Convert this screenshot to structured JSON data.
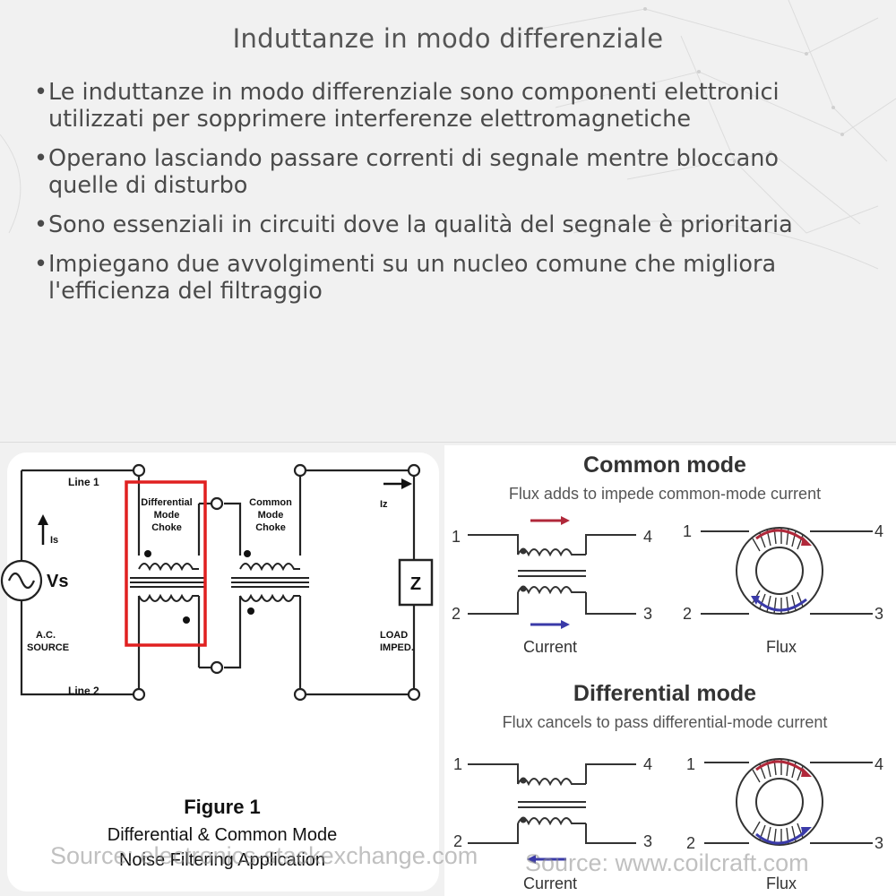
{
  "title": "Induttanze in modo differenziale",
  "bullets": [
    "Le induttanze in modo differenziale sono componenti elettronici utilizzati per sopprimere interferenze elettromagnetiche",
    "Operano lasciando passare correnti di segnale mentre bloccano quelle di disturbo",
    "Sono essenziali in circuiti dove la qualità del segnale è prioritaria",
    "Impiegano due avvolgimenti su un nucleo comune che migliora l'efficienza del filtraggio"
  ],
  "bullet_glyph": "•",
  "figure_left": {
    "line1": "Line 1",
    "line2": "Line 2",
    "is": "Is",
    "vs": "Vs",
    "source_l1": "A.C.",
    "source_l2": "SOURCE",
    "dm_l1": "Differential",
    "dm_l2": "Mode",
    "dm_l3": "Choke",
    "cm_l1": "Common",
    "cm_l2": "Mode",
    "cm_l3": "Choke",
    "iz": "Iz",
    "z": "Z",
    "load_l1": "LOAD",
    "load_l2": "IMPED.",
    "caption_1": "Figure 1",
    "caption_2": "Differential & Common Mode",
    "caption_3": "Noise Filtering Application",
    "highlight_color": "#e02020"
  },
  "figure_right": {
    "common": {
      "title": "Common mode",
      "subtitle": "Flux adds to impede common-mode current",
      "pin1": "1",
      "pin2": "2",
      "pin3": "3",
      "pin4": "4",
      "current": "Current",
      "flux": "Flux"
    },
    "differential": {
      "title": "Differential mode",
      "subtitle": "Flux cancels to pass differential-mode current",
      "pin1": "1",
      "pin2": "2",
      "pin3": "3",
      "pin4": "4",
      "current": "Current",
      "flux": "Flux"
    },
    "red_arrow_color": "#b0283a",
    "blue_arrow_color": "#3a3aa8"
  },
  "source_left": "Source: electronics-stackexchange.com",
  "source_right": "Source: www.coilcraft.com"
}
